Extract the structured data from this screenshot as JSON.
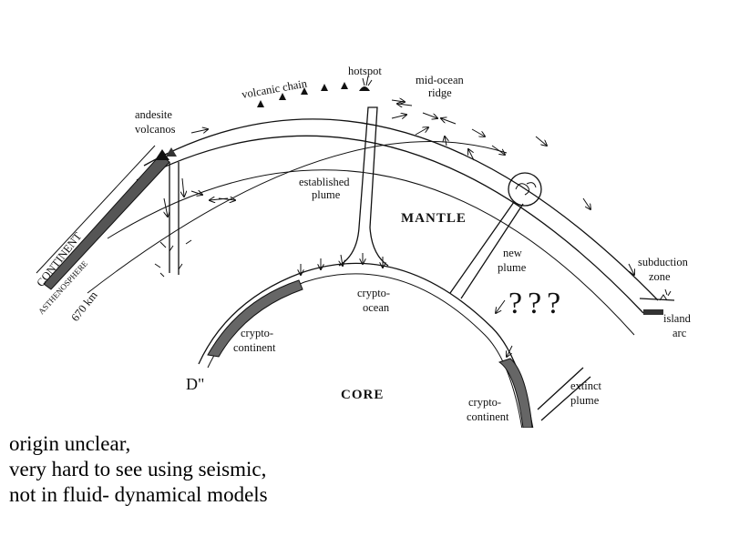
{
  "labels": {
    "hotspot": "hotspot",
    "volcanic_chain": "volcanic chain",
    "mid_ocean_ridge_1": "mid-ocean",
    "mid_ocean_ridge_2": "ridge",
    "andesite_1": "andesite",
    "andesite_2": "volcanos",
    "established_1": "established",
    "established_2": "plume",
    "mantle": "MANTLE",
    "continent": "CONTINENT",
    "asthenosphere": "ASTHENOSPHERE",
    "depth_670": "670 km",
    "new_plume_1": "new",
    "new_plume_2": "plume",
    "subduction_1": "subduction",
    "subduction_2": "zone",
    "island_arc_1": "island",
    "island_arc_2": "arc",
    "crypto_ocean_1": "crypto-",
    "crypto_ocean_2": "ocean",
    "question_marks": "???",
    "crypto_continent_left_1": "crypto-",
    "crypto_continent_left_2": "continent",
    "d_double_prime": "D\"",
    "core": "CORE",
    "extinct_1": "extinct",
    "extinct_2": "plume",
    "crypto_continent_right_1": "crypto-",
    "crypto_continent_right_2": "continent"
  },
  "caption": {
    "line1": "origin unclear,",
    "line2": "very hard to see using seismic,",
    "line3": "not in fluid- dynamical models"
  }
}
